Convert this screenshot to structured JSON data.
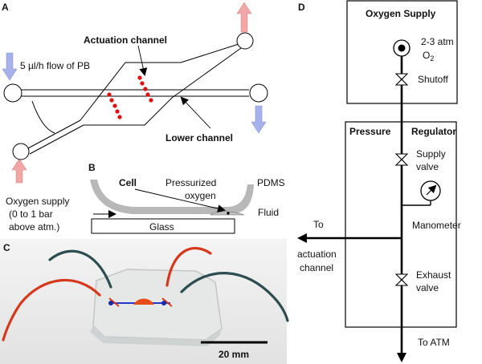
{
  "panels": {
    "a": "A",
    "b": "B",
    "c": "C",
    "d": "D"
  },
  "panel_a": {
    "actuation_channel": "Actuation channel",
    "flow": "5 µl/h flow of PB",
    "lower_channel": "Lower channel",
    "oxygen_supply_1": "Oxygen supply",
    "oxygen_supply_2": "(0 to 1 bar",
    "oxygen_supply_3": "above atm.)"
  },
  "panel_b": {
    "cell": "Cell",
    "pressurized": "Pressurized",
    "oxygen": "oxygen",
    "pdms": "PDMS",
    "fluid": "Fluid",
    "glass": "Glass"
  },
  "panel_c": {
    "scale": "20 mm"
  },
  "panel_d": {
    "oxygen_supply": "Oxygen Supply",
    "pressure_1": "2-3 atm",
    "pressure_2": "O",
    "pressure_sub": "2",
    "shutoff": "Shutoff",
    "regulator_left": "Pressure",
    "regulator_right": "Regulator",
    "supply_valve_1": "Supply",
    "supply_valve_2": "valve",
    "manometer": "Manometer",
    "to": "To",
    "actuation": "actuation",
    "channel": "channel",
    "exhaust_valve_1": "Exhaust",
    "exhaust_valve_2": "valve",
    "to_atm": "To ATM"
  },
  "colors": {
    "arrow_up": "#f2a6a6",
    "arrow_down": "#a6b2ec",
    "dots": "#e01010",
    "tube_red": "#d4391c",
    "tube_dark": "#2e4d50",
    "pdms": "#b8b8b8",
    "cell": "#c4c4c4"
  }
}
